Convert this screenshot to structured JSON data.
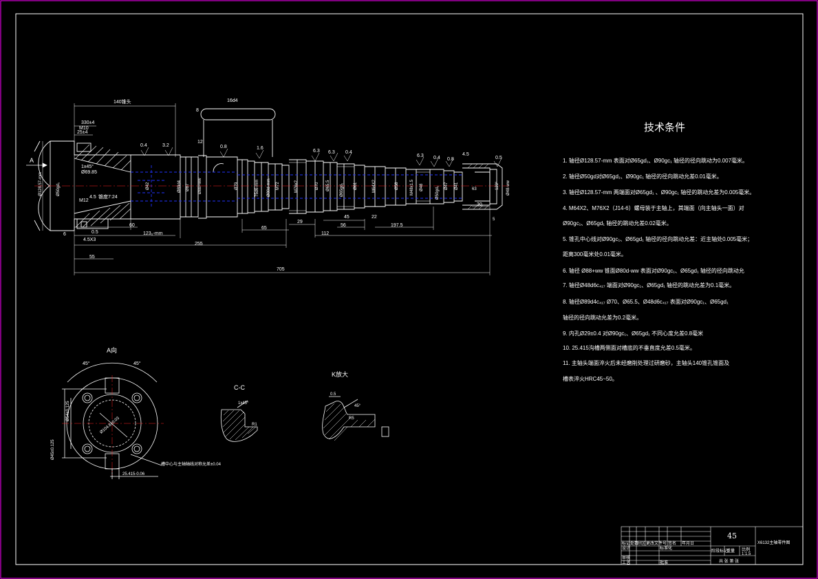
{
  "colors": {
    "background": "#000000",
    "frame": "#ff00ff",
    "line": "#ffffff",
    "hidden": "#1a2aff",
    "center": "#ff2020",
    "hatch": "#ffffff"
  },
  "tech": {
    "title": "技术条件",
    "notes": [
      "1.  轴径Ø128.57-mm 表面对Ø65gd₁、Ø90gc₁ 轴径的径向跳动为0.007毫米。",
      "2.  轴径Ø50gd对Ø65gd₁、Ø90gc₁  轴径的径向跳动允差0.01毫米。",
      "3.  轴径Ø128.57-mm 两端面对Ø65gd₁ 、Ø90gc₁ 轴径的跳动允差为0.005毫米。",
      "4.  M64X2、M76X2（J14-6）螺母装于主轴上，其端面（向主轴头一面）对",
      "     Ø90gc₁、Ø65gd₁ 轴径的跳动允差0.02毫米。",
      "5.  锥孔中心线对Ø90gc₁、Ø65gd₁ 轴径的径向跳动允差：近主轴处0.005毫米；",
      "     距离300毫米处0.01毫米。",
      "6.  轴径 Ø88+ww 锥面Ø80d-ww 表面对Ø90gc₁、Ø65gd₁ 轴径的径向跳动允",
      "7.  轴径Ø48d6c₄₁₇ 端面对Ø90gc₁、Ø65gd₁ 轴径的跳动允差为0.1毫米。",
      "8.  轴径Ø89d4c₄₁₇ Ø70、Ø65.5、Ø48d6c₄₁₇ 表面对Ø90gc₁、Ø65gd₁",
      "     轴径的径向跳动允差为0.2毫米。",
      "9.  内孔Ø29±0.4 对Ø90gc₁、Ø65gd₁ 不同心度允差0.8毫米",
      "10.  25.415沟槽两侧面对槽底的不垂直度允差0.5毫米。",
      "11.  主轴头端面淬火后未经磨削处理过研磨砂，主轴头140锥孔锥面及",
      "      槽表淬火HRC45~50。"
    ]
  },
  "views": {
    "a_view": "A向",
    "c_section": "C-C",
    "k_detail": "K放大",
    "a_mark": "A",
    "radial_note": "槽中心与主轴轴线对称允差±0.04"
  },
  "dims": {
    "d140": "140锥头",
    "d330": "330±4",
    "d25": "25±4",
    "d16": "16d4",
    "d60": "60",
    "d123": "123₀-mm",
    "d255": "255",
    "d55": "55",
    "d705": "705",
    "d65": "65",
    "d112": "112",
    "d29": "29",
    "d56": "56",
    "d45": "45",
    "d22": "22",
    "d197": "197.5",
    "d30": "30",
    "d45x45": "1x45°",
    "d6985": "Ø69.85",
    "d7_24": "锥度7:24",
    "m12": "M12",
    "d4_5": "4.5",
    "d8": "8",
    "d12": "12",
    "d6_3": "6.3",
    "d0_4": "0.4",
    "d0_8": "0.8",
    "d3_2": "3.2",
    "d1_6": "1.6",
    "d4_5x3": "4.5X3",
    "d0_5": "0.5",
    "d6": "6",
    "phi128": "Ø128.57-mm",
    "phi42": "Ø42",
    "phi89": "Ø89d4",
    "phi87": "Ø87",
    "phi88": "Ø88+ww",
    "phi79": "Ø79",
    "phi75": "75d6-mm",
    "phi80": "Ø80d-mm",
    "m72": "M72",
    "m76": "M76x2",
    "phi70": "Ø70",
    "phi65": "Ø65.5",
    "phi60": "Ø65gd₁",
    "phi61": "Ø61",
    "m64": "M64X2",
    "phi58": "Ø58",
    "m48": "M48x1.5",
    "phi48": "Ø48",
    "phi50": "Ø50gd₁",
    "phi47": "Ø47",
    "phi41": "Ø41",
    "phi48w": "Ø48-ww",
    "d120": "120°",
    "d63": "63",
    "d5": "5",
    "c45": "1x45°",
    "r1": "R1",
    "r5": "R5",
    "k45": "45°",
    "k05": "0.5",
    "a45l": "45°",
    "a45r": "45°",
    "aphi": "Ø104.8±0.03",
    "a54": "Ø54±0.125",
    "a45": "Ø45±0.125",
    "a25": "25.415-0.06",
    "m10": "M10"
  },
  "titleblock": {
    "material": "45",
    "drawing": "X6132主轴零件图",
    "r1c1": "标记",
    "r1c2": "处数",
    "r1c3": "分区",
    "r1c4": "更改文件号",
    "r1c5": "签名",
    "r1c6": "年月日",
    "r2c1": "设计",
    "r2c2": "标准化",
    "r3c1": "审核",
    "r4c1": "工艺",
    "r4c2": "批准",
    "stage": "阶段标记",
    "weight": "重量",
    "scale": "比例",
    "scale_val": "1:1.5",
    "sheet": "共 张 第 张"
  }
}
